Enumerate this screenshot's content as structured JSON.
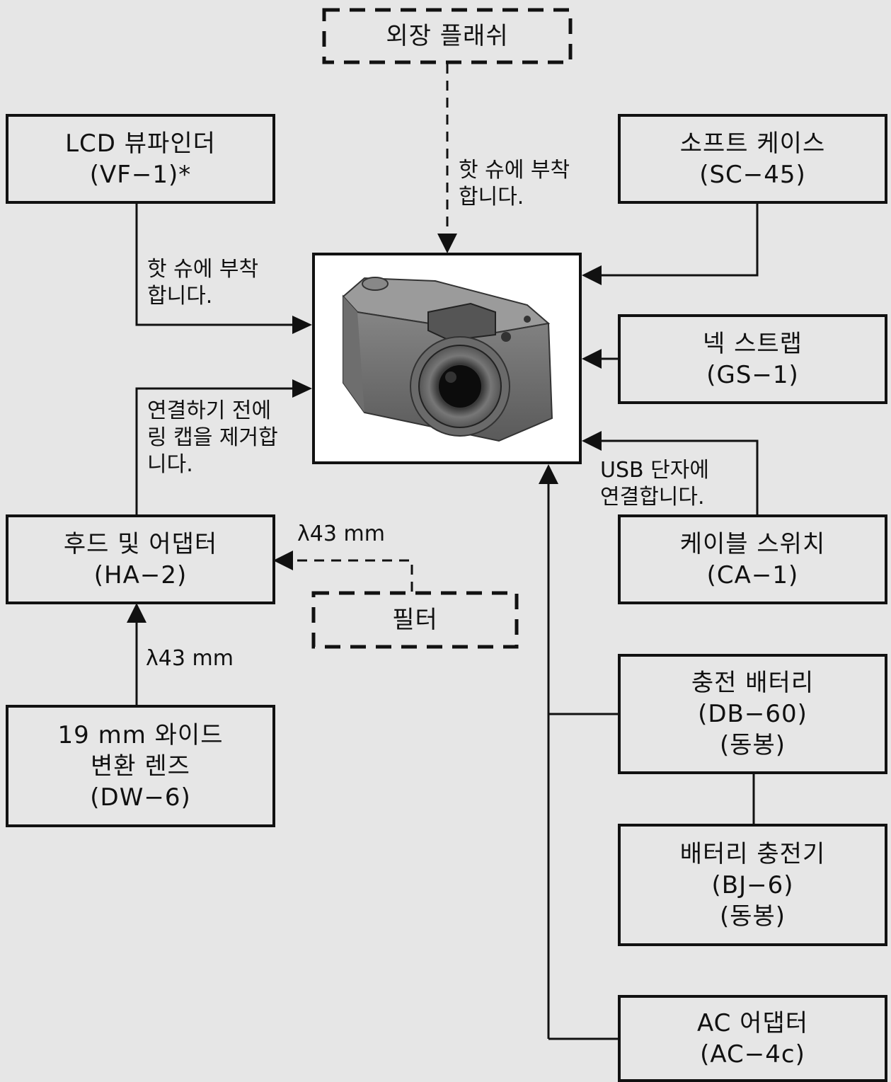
{
  "accessories": {
    "flash": [
      "외장 플래쉬"
    ],
    "lcd_viewfinder": [
      "LCD 뷰파인더",
      "(VF−1)*"
    ],
    "soft_case": [
      "소프트 케이스",
      "(SC−45)"
    ],
    "neck_strap": [
      "넥 스트랩",
      "(GS−1)"
    ],
    "cable_switch": [
      "케이블 스위치",
      "(CA−1)"
    ],
    "hood_adapter": [
      "후드 및 어댑터",
      "(HA−2)"
    ],
    "filter": [
      "필터"
    ],
    "wide_lens": [
      "19 mm 와이드",
      "변환 렌즈",
      "(DW−6)"
    ],
    "battery": [
      "충전 배터리",
      "(DB−60)",
      "(동봉)"
    ],
    "charger": [
      "배터리 충전기",
      "(BJ−6)",
      "(동봉)"
    ],
    "ac_adapter": [
      "AC 어댑터",
      "(AC−4c)"
    ]
  },
  "notes": {
    "flash_note": [
      "핫 슈에 부착",
      "합니다."
    ],
    "viewfinder_note": [
      "핫 슈에 부착",
      "합니다."
    ],
    "ring_cap_note": [
      "연결하기 전에",
      "링 캡을 제거합",
      "니다."
    ],
    "usb_note": [
      "USB 단자에",
      "연결합니다."
    ],
    "filter_size": "λ43 mm",
    "wide_size": "λ43 mm"
  }
}
